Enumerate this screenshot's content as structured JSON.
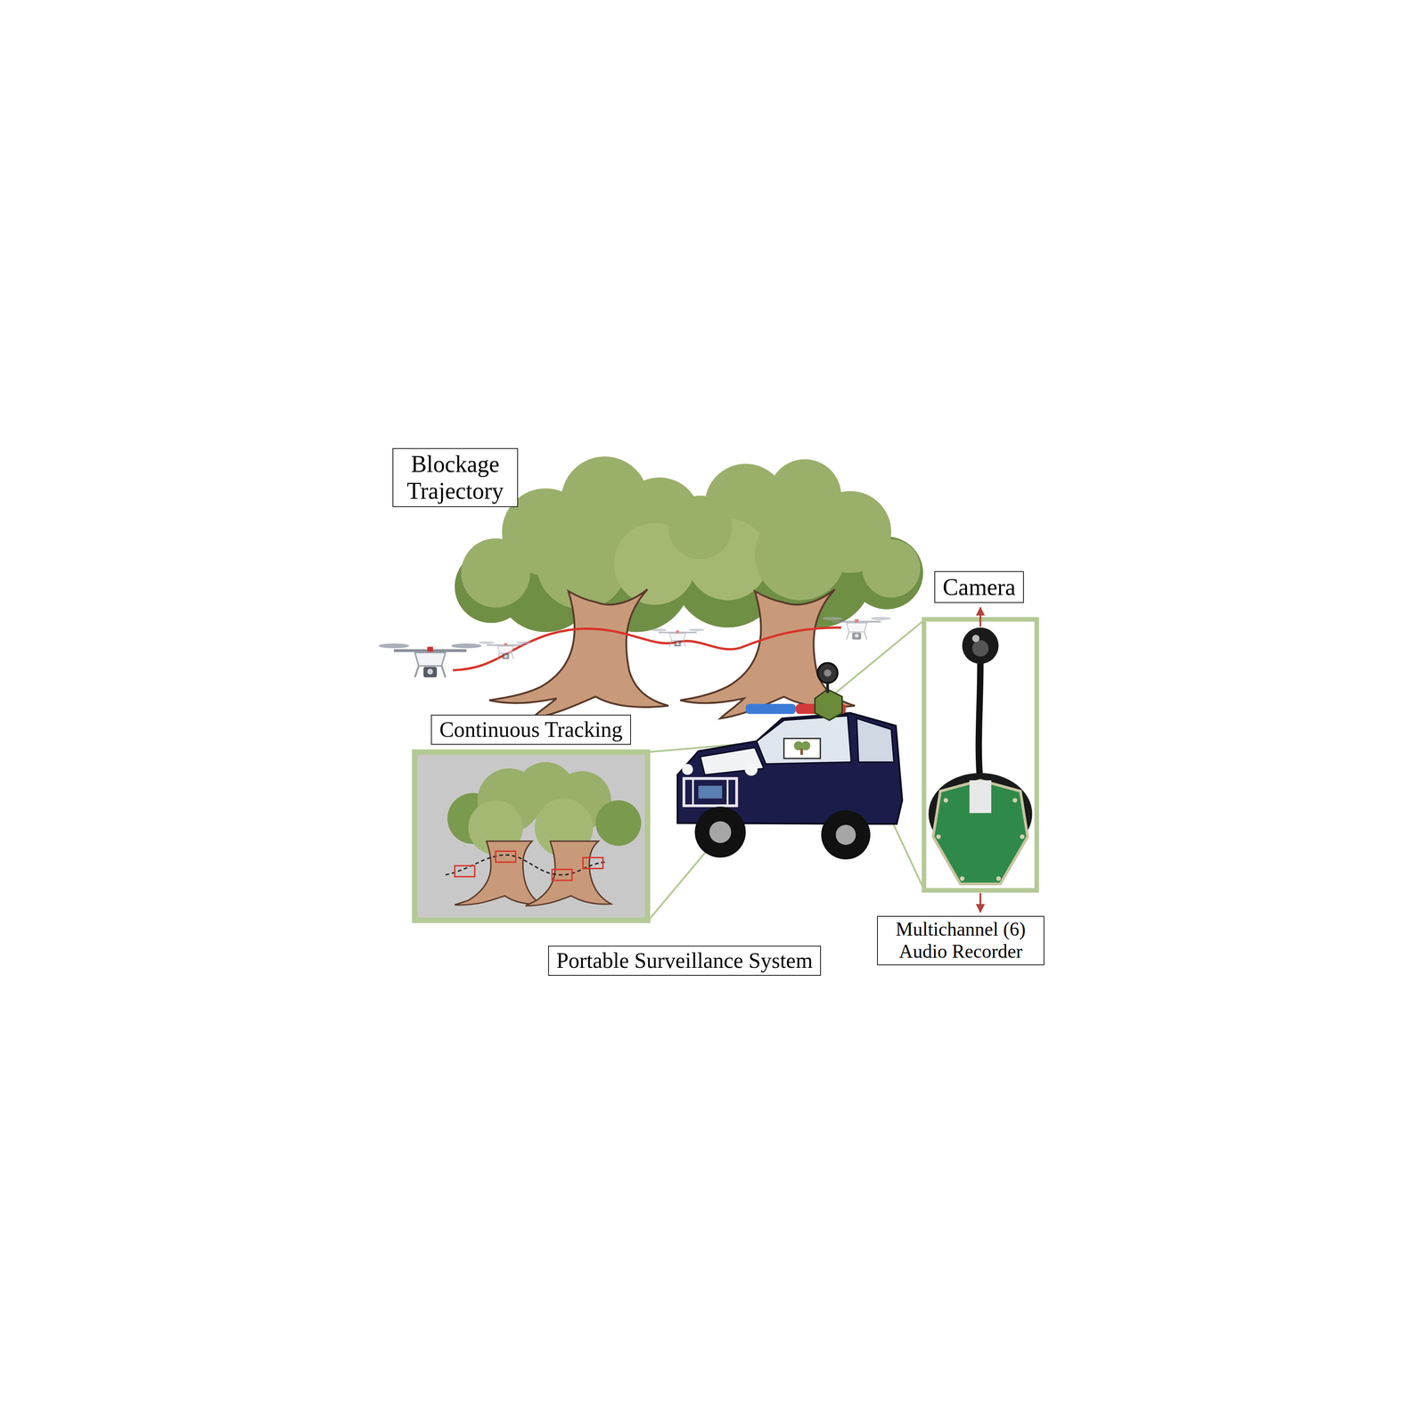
{
  "diagram": {
    "nodes": [
      {
        "text": [
          "Blockage Trajectory"
        ]
      },
      {
        "text": [
          "Camera"
        ]
      },
      {
        "text": [
          "Continuous Tracking"
        ]
      },
      {
        "text": [
          "Multichannel (6) Audio Recorder"
        ]
      },
      {
        "text": [
          "Portable Surveillance System"
        ]
      }
    ]
  }
}
